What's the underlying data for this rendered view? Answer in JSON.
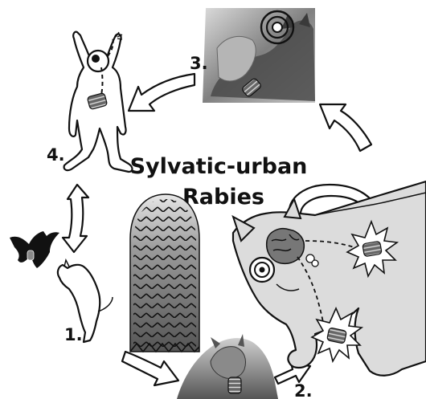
{
  "title": {
    "line1": "Sylvatic-urban",
    "line2": "Rabies"
  },
  "steps": [
    {
      "label": "1."
    },
    {
      "label": "2."
    },
    {
      "label": "3."
    },
    {
      "label": "4."
    }
  ]
}
